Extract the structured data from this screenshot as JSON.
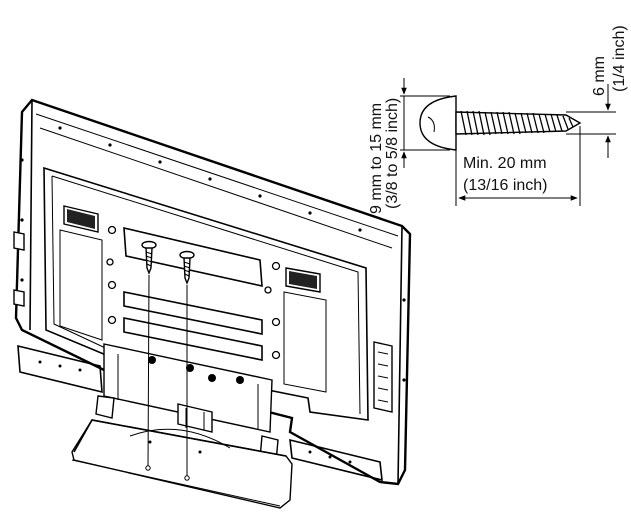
{
  "labels": {
    "head_height_mm": "9 mm to 15 mm",
    "head_height_inch": "(3/8 to 5/8 inch)",
    "diameter_mm": "6 mm",
    "diameter_inch": "(1/4 inch)",
    "length_mm": "Min. 20 mm",
    "length_inch": "(13/16 inch)"
  },
  "colors": {
    "line": "#000000",
    "background": "#ffffff"
  }
}
